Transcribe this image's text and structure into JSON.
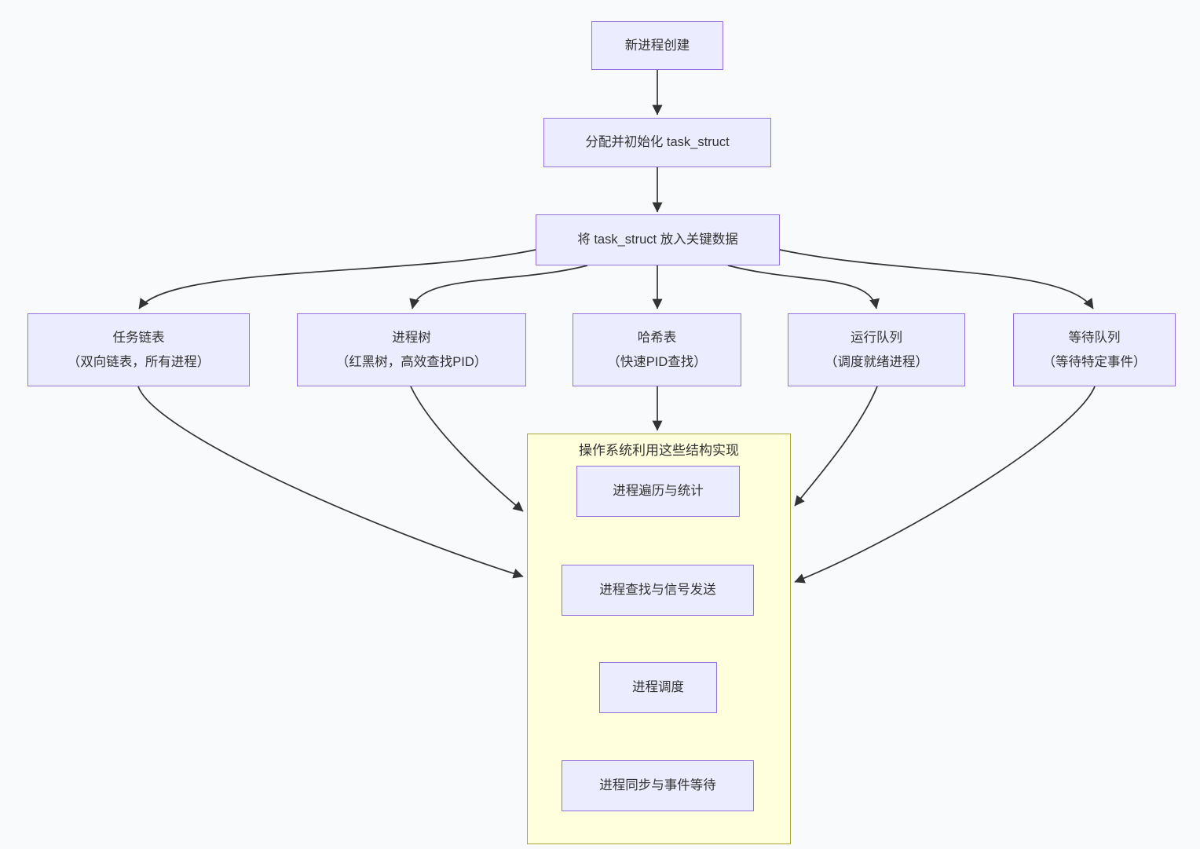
{
  "diagram": {
    "type": "flowchart",
    "direction": "top-down",
    "colors": {
      "background": "#f8fafc",
      "node_fill": "#ECECFF",
      "node_border": "#9370DB",
      "cluster_fill": "#ffffde",
      "cluster_border": "#aaaa33",
      "edge": "#333333",
      "text": "#333333"
    },
    "nodes": {
      "create": {
        "label": "新进程创建"
      },
      "alloc": {
        "label": "分配并初始化 task_struct"
      },
      "insert": {
        "label": "将 task_struct 放入关键数据"
      },
      "tasklist": {
        "title": "任务链表",
        "subtitle": "（双向链表，所有进程）"
      },
      "proctree": {
        "title": "进程树",
        "subtitle": "（红黑树，高效查找PID）"
      },
      "hashtable": {
        "title": "哈希表",
        "subtitle": "（快速PID查找）"
      },
      "runqueue": {
        "title": "运行队列",
        "subtitle": "（调度就绪进程）"
      },
      "waitqueue": {
        "title": "等待队列",
        "subtitle": "（等待特定事件）"
      },
      "traverse": {
        "label": "进程遍历与统计"
      },
      "lookup": {
        "label": "进程查找与信号发送"
      },
      "schedule": {
        "label": "进程调度"
      },
      "sync": {
        "label": "进程同步与事件等待"
      }
    },
    "cluster": {
      "title": "操作系统利用这些结构实现"
    },
    "edges": [
      {
        "from": "新进程创建",
        "to": "分配并初始化 task_struct"
      },
      {
        "from": "分配并初始化 task_struct",
        "to": "将 task_struct 放入关键数据"
      },
      {
        "from": "将 task_struct 放入关键数据",
        "to": "任务链表（双向链表，所有进程）"
      },
      {
        "from": "将 task_struct 放入关键数据",
        "to": "进程树（红黑树，高效查找PID）"
      },
      {
        "from": "将 task_struct 放入关键数据",
        "to": "哈希表（快速PID查找）"
      },
      {
        "from": "将 task_struct 放入关键数据",
        "to": "运行队列（调度就绪进程）"
      },
      {
        "from": "将 task_struct 放入关键数据",
        "to": "等待队列（等待特定事件）"
      },
      {
        "from": "任务链表",
        "to": "操作系统利用这些结构实现"
      },
      {
        "from": "进程树",
        "to": "操作系统利用这些结构实现"
      },
      {
        "from": "哈希表",
        "to": "操作系统利用这些结构实现"
      },
      {
        "from": "运行队列",
        "to": "操作系统利用这些结构实现"
      },
      {
        "from": "等待队列",
        "to": "操作系统利用这些结构实现"
      }
    ]
  }
}
